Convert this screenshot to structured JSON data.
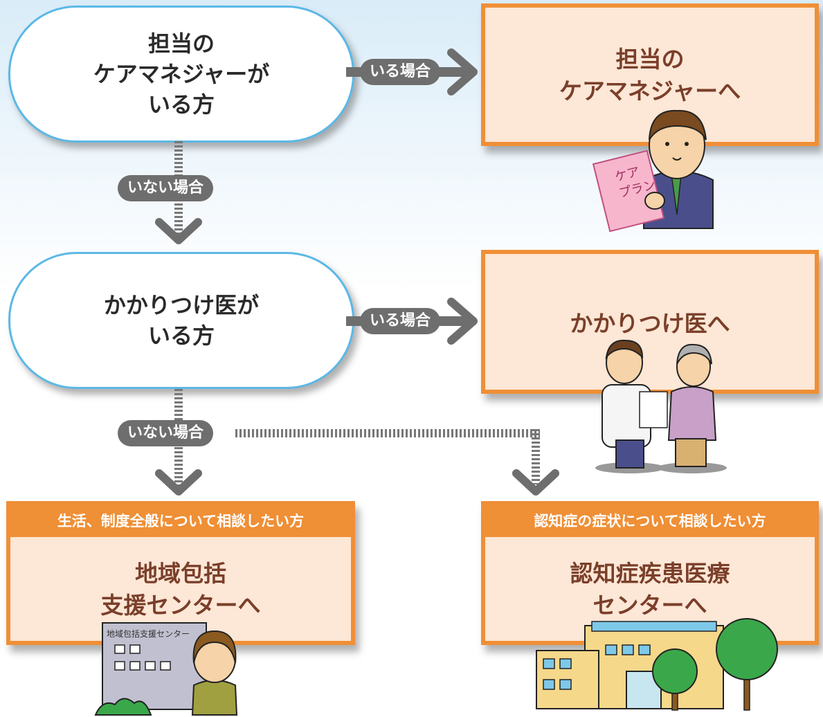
{
  "decisions": [
    {
      "text": "担当の\nケアマネジャーが\nいる方"
    },
    {
      "text": "かかりつけ医が\nいる方"
    }
  ],
  "destinations": [
    {
      "text": "担当の\nケアマネジャーへ"
    },
    {
      "text": "かかりつけ医へ"
    }
  ],
  "bottom_destinations": [
    {
      "heading": "生活、制度全般について相談したい方",
      "text": "地域包括\n支援センターへ"
    },
    {
      "heading": "認知症の症状について相談したい方",
      "text": "認知症疾患医療\nセンターへ"
    }
  ],
  "labels": {
    "yes": "いる場合",
    "no": "いない場合"
  },
  "illustrations": {
    "care_manager_sheet": "ケア\nプラン",
    "center_sign": "地域包括支援センター"
  },
  "colors": {
    "accent_blue": "#5bb8e6",
    "orange": "#ef8f36",
    "box_fill": "#fde7d6",
    "text_brown": "#7a3f2a",
    "tag_gray": "#6e6e6e"
  }
}
